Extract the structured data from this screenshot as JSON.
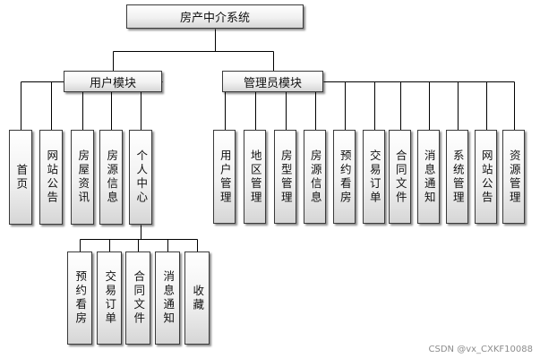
{
  "root": "房产中介系统",
  "user_module": {
    "label": "用户模块",
    "children": [
      "首页",
      "网站公告",
      "房屋资讯",
      "房源信息",
      "个人中心"
    ]
  },
  "personal_center": {
    "children": [
      "预约看房",
      "交易订单",
      "合同文件",
      "消息通知",
      "收藏"
    ]
  },
  "admin_module": {
    "label": "管理员模块",
    "children": [
      "用户管理",
      "地区管理",
      "房型管理",
      "房源信息",
      "预约看房",
      "交易订单",
      "合同文件",
      "消息通知",
      "系统管理",
      "网站公告",
      "资源管理"
    ]
  },
  "watermark": "CSDN @vx_CXKF10088"
}
